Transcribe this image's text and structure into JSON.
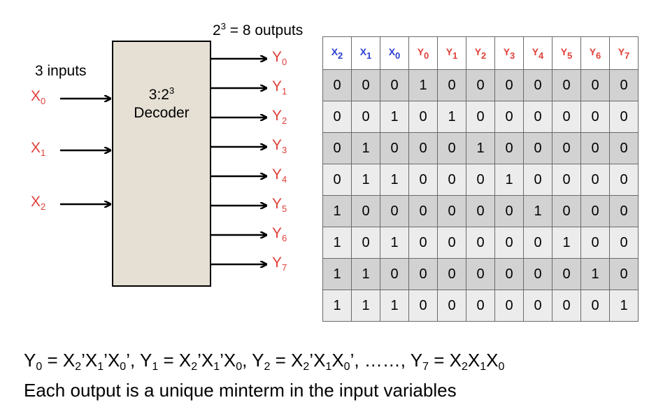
{
  "header": {
    "outputs_base": "2",
    "outputs_exp": "3",
    "outputs_rest": " = 8 outputs"
  },
  "inputs_label": "3 inputs",
  "decoder": {
    "line1_base": "3:2",
    "line1_exp": "3",
    "line2": "Decoder"
  },
  "inputs": [
    {
      "letter": "X",
      "sub": "0"
    },
    {
      "letter": "X",
      "sub": "1"
    },
    {
      "letter": "X",
      "sub": "2"
    }
  ],
  "outputs": [
    {
      "letter": "Y",
      "sub": "0"
    },
    {
      "letter": "Y",
      "sub": "1"
    },
    {
      "letter": "Y",
      "sub": "2"
    },
    {
      "letter": "Y",
      "sub": "3"
    },
    {
      "letter": "Y",
      "sub": "4"
    },
    {
      "letter": "Y",
      "sub": "5"
    },
    {
      "letter": "Y",
      "sub": "6"
    },
    {
      "letter": "Y",
      "sub": "7"
    }
  ],
  "table": {
    "headers": [
      {
        "letter": "X",
        "sub": "2"
      },
      {
        "letter": "X",
        "sub": "1"
      },
      {
        "letter": "X",
        "sub": "0"
      },
      {
        "letter": "Y",
        "sub": "0"
      },
      {
        "letter": "Y",
        "sub": "1"
      },
      {
        "letter": "Y",
        "sub": "2"
      },
      {
        "letter": "Y",
        "sub": "3"
      },
      {
        "letter": "Y",
        "sub": "4"
      },
      {
        "letter": "Y",
        "sub": "5"
      },
      {
        "letter": "Y",
        "sub": "6"
      },
      {
        "letter": "Y",
        "sub": "7"
      }
    ],
    "rows": [
      [
        "0",
        "0",
        "0",
        "1",
        "0",
        "0",
        "0",
        "0",
        "0",
        "0",
        "0"
      ],
      [
        "0",
        "0",
        "1",
        "0",
        "1",
        "0",
        "0",
        "0",
        "0",
        "0",
        "0"
      ],
      [
        "0",
        "1",
        "0",
        "0",
        "0",
        "1",
        "0",
        "0",
        "0",
        "0",
        "0"
      ],
      [
        "0",
        "1",
        "1",
        "0",
        "0",
        "0",
        "1",
        "0",
        "0",
        "0",
        "0"
      ],
      [
        "1",
        "0",
        "0",
        "0",
        "0",
        "0",
        "0",
        "1",
        "0",
        "0",
        "0"
      ],
      [
        "1",
        "0",
        "1",
        "0",
        "0",
        "0",
        "0",
        "0",
        "1",
        "0",
        "0"
      ],
      [
        "1",
        "1",
        "0",
        "0",
        "0",
        "0",
        "0",
        "0",
        "0",
        "1",
        "0"
      ],
      [
        "1",
        "1",
        "1",
        "0",
        "0",
        "0",
        "0",
        "0",
        "0",
        "0",
        "1"
      ]
    ]
  },
  "equations_line": [
    {
      "t": "Y"
    },
    {
      "s": "0"
    },
    {
      "t": " = X"
    },
    {
      "s": "2"
    },
    {
      "t": "’X"
    },
    {
      "s": "1"
    },
    {
      "t": "’X"
    },
    {
      "s": "0"
    },
    {
      "t": "’, Y"
    },
    {
      "s": "1"
    },
    {
      "t": " = X"
    },
    {
      "s": "2"
    },
    {
      "t": "’X"
    },
    {
      "s": "1"
    },
    {
      "t": "’X"
    },
    {
      "s": "0"
    },
    {
      "t": ", Y"
    },
    {
      "s": "2"
    },
    {
      "t": " = X"
    },
    {
      "s": "2"
    },
    {
      "t": "’X"
    },
    {
      "s": "1"
    },
    {
      "t": "X"
    },
    {
      "s": "0"
    },
    {
      "t": "’, ……, Y"
    },
    {
      "s": "7"
    },
    {
      "t": " = X"
    },
    {
      "s": "2"
    },
    {
      "t": "X"
    },
    {
      "s": "1"
    },
    {
      "t": "X"
    },
    {
      "s": "0"
    }
  ],
  "note": "Each output is a unique minterm in the input variables",
  "colors": {
    "input_output": "#e0403a",
    "x_header": "#2b3fd1",
    "box_fill": "#e6e0d4",
    "row_dark": "#d2d2d2",
    "row_light": "#ececec"
  }
}
